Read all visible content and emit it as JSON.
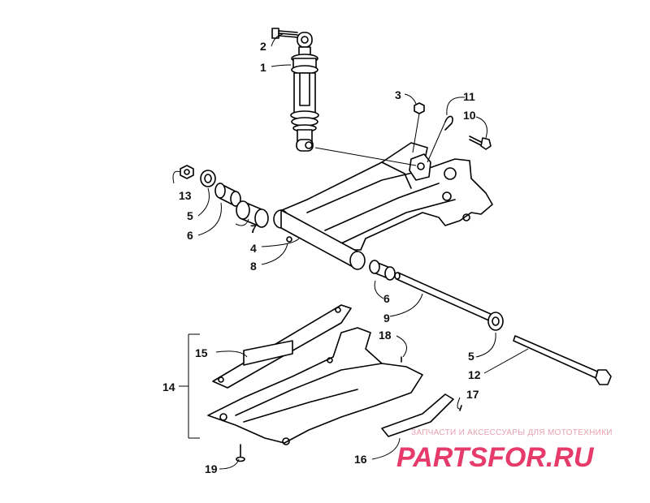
{
  "labels": {
    "p1": "1",
    "p2": "2",
    "p3": "3",
    "p4": "4",
    "p5a": "5",
    "p5b": "5",
    "p6a": "6",
    "p6b": "6",
    "p7": "7",
    "p8": "8",
    "p9": "9",
    "p10": "10",
    "p11": "11",
    "p12": "12",
    "p13": "13",
    "p14": "14",
    "p15": "15",
    "p16": "16",
    "p17": "17",
    "p18": "18",
    "p19": "19"
  },
  "watermark": {
    "tagline": "ЗАПЧАСТИ И АКСЕССУАРЫ ДЛЯ МОТОТЕХНИКИ",
    "brand": "PARTSFOR.RU"
  }
}
